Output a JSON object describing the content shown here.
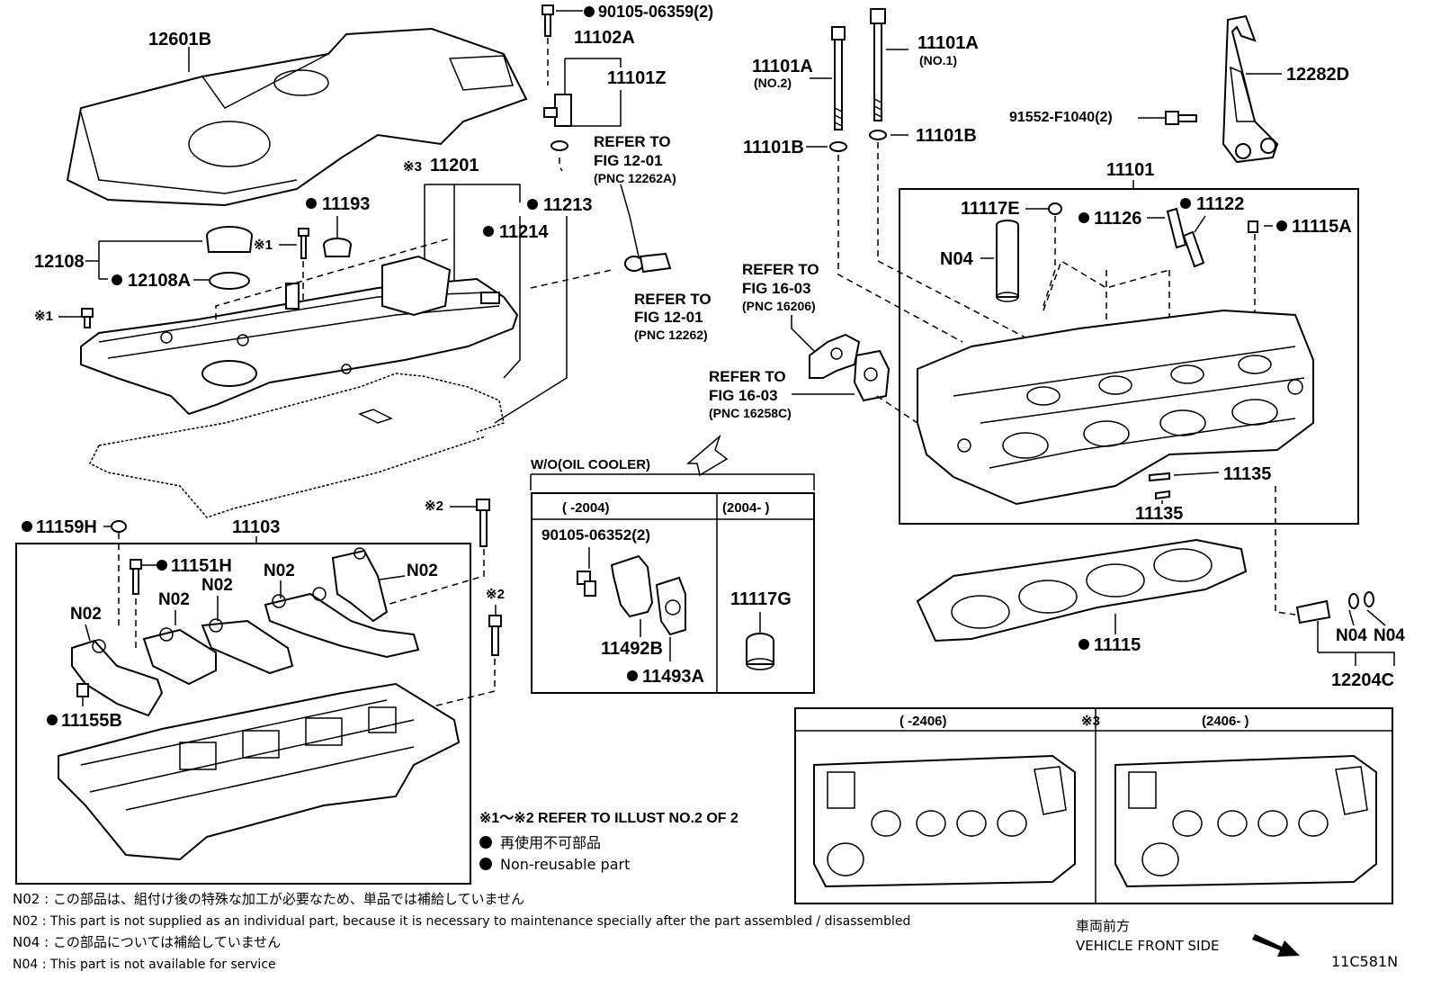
{
  "labels": {
    "cover": "12601B",
    "bolt_top": "90105-06359(2)",
    "sensor_a": "11102A",
    "sensor_z": "11101Z",
    "refer1": "REFER TO",
    "refer1_fig": "FIG 12-01",
    "refer1_pnc": "(PNC 12262A)",
    "refer2": "REFER TO",
    "refer2_fig": "FIG 12-01",
    "refer2_pnc": "(PNC 12262)",
    "head_cover": "11201",
    "head_cover_mark": "※3",
    "plug_11193": "11193",
    "gasket_11213": "11213",
    "gasket_11214": "11214",
    "cap": "12108",
    "cap_gasket": "12108A",
    "mark1a": "※1",
    "mark1b": "※1",
    "bolt_11101a_no2": "11101A",
    "no2": "(NO.2)",
    "bolt_11101a_no1": "11101A",
    "no1": "(NO.1)",
    "washer_left": "11101B",
    "washer_right": "11101B",
    "bracket": "12282D",
    "bolt_bracket": "91552-F1040(2)",
    "head_assy": "11101",
    "plug_11117e": "11117E",
    "pin_11126": "11126",
    "pin_11122": "11122",
    "plug_11115a": "11115A",
    "n04_a": "N04",
    "refer3": "REFER TO",
    "refer3_fig": "FIG 16-03",
    "refer3_pnc": "(PNC 16206)",
    "refer4": "REFER TO",
    "refer4_fig": "FIG 16-03",
    "refer4_pnc": "(PNC 16258C)",
    "pin_11135_a": "11135",
    "pin_11135_b": "11135",
    "head_gasket": "11115",
    "n04_b": "N04",
    "n04_c": "N04",
    "sensor_12204c": "12204C",
    "plug_11159h": "11159H",
    "housing": "11103",
    "bolt_11151h": "11151H",
    "mark2a": "※2",
    "mark2b": "※2",
    "n02_1": "N02",
    "n02_2": "N02",
    "n02_3": "N02",
    "n02_4": "N02",
    "n02_5": "N02",
    "plug_11155b": "11155B",
    "wo_oil_cooler": "W/O(OIL COOLER)",
    "col1": "(     -2004)",
    "col2": "(2004-     )",
    "bolt_oc": "90105-06352(2)",
    "plate_11492b": "11492B",
    "gasket_11493a": "11493A",
    "plug_11117g": "11117G",
    "mark3_title": "※3",
    "v_col1": "(     -2406)",
    "v_col2": "(2406-     )",
    "refer_illust": "※1～※2  REFER TO ILLUST NO.2 OF 2",
    "legend_jp": "再使用不可部品",
    "legend_en": "Non-reusable part",
    "note1": "N02 : この部品は、組付け後の特殊な加工が必要なため、単品では補給していません",
    "note2": "N02 : This part is not supplied as an individual part, because it is necessary to maintenance specially after the part assembled / disassembled",
    "note3": "N04 : この部品については補給していません",
    "note4": "N04 : This part is not available for service",
    "front_jp": "車両前方",
    "front_en": "VEHICLE FRONT SIDE",
    "diagram_id": "11C581N"
  }
}
